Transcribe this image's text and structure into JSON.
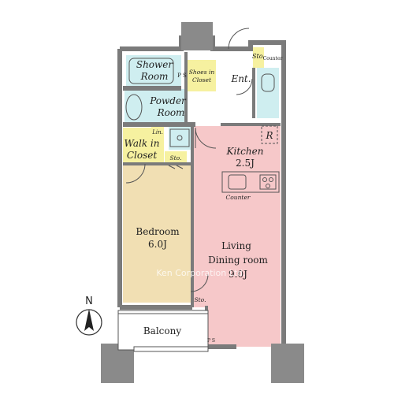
{
  "rooms": {
    "shower": [
      "Shower",
      "Room"
    ],
    "ps": "P S",
    "shoes": [
      "Shoes in",
      "Closet"
    ],
    "storage_top": "Sto.",
    "counter_top": "Counter",
    "entrance": "Ent.",
    "powder": [
      "Powder",
      "Room"
    ],
    "linen": "Lin.",
    "walkin": [
      "Walk in",
      "Closet"
    ],
    "storage_mid": "Sto.",
    "kitchen": [
      "Kitchen",
      "2.5J"
    ],
    "refrigerator": "R",
    "counter_kitchen": "Counter",
    "bedroom": [
      "Bedroom",
      "6.0J"
    ],
    "living": [
      "Living",
      "Dining room",
      "9.0J"
    ],
    "storage_low": "Sto.",
    "ps_low": "P S",
    "balcony": "Balcony"
  },
  "compass": {
    "north_label": "N"
  },
  "watermark": "Ken Corporation Ltd.",
  "colors": {
    "wall": "#7b7b7b",
    "pillar": "#8a8a8a",
    "wet": "#cfeef0",
    "closet": "#f6f1a0",
    "living": "#f6c8c9",
    "bedroom": "#f1dfb3",
    "balcony": "#ffffff"
  }
}
